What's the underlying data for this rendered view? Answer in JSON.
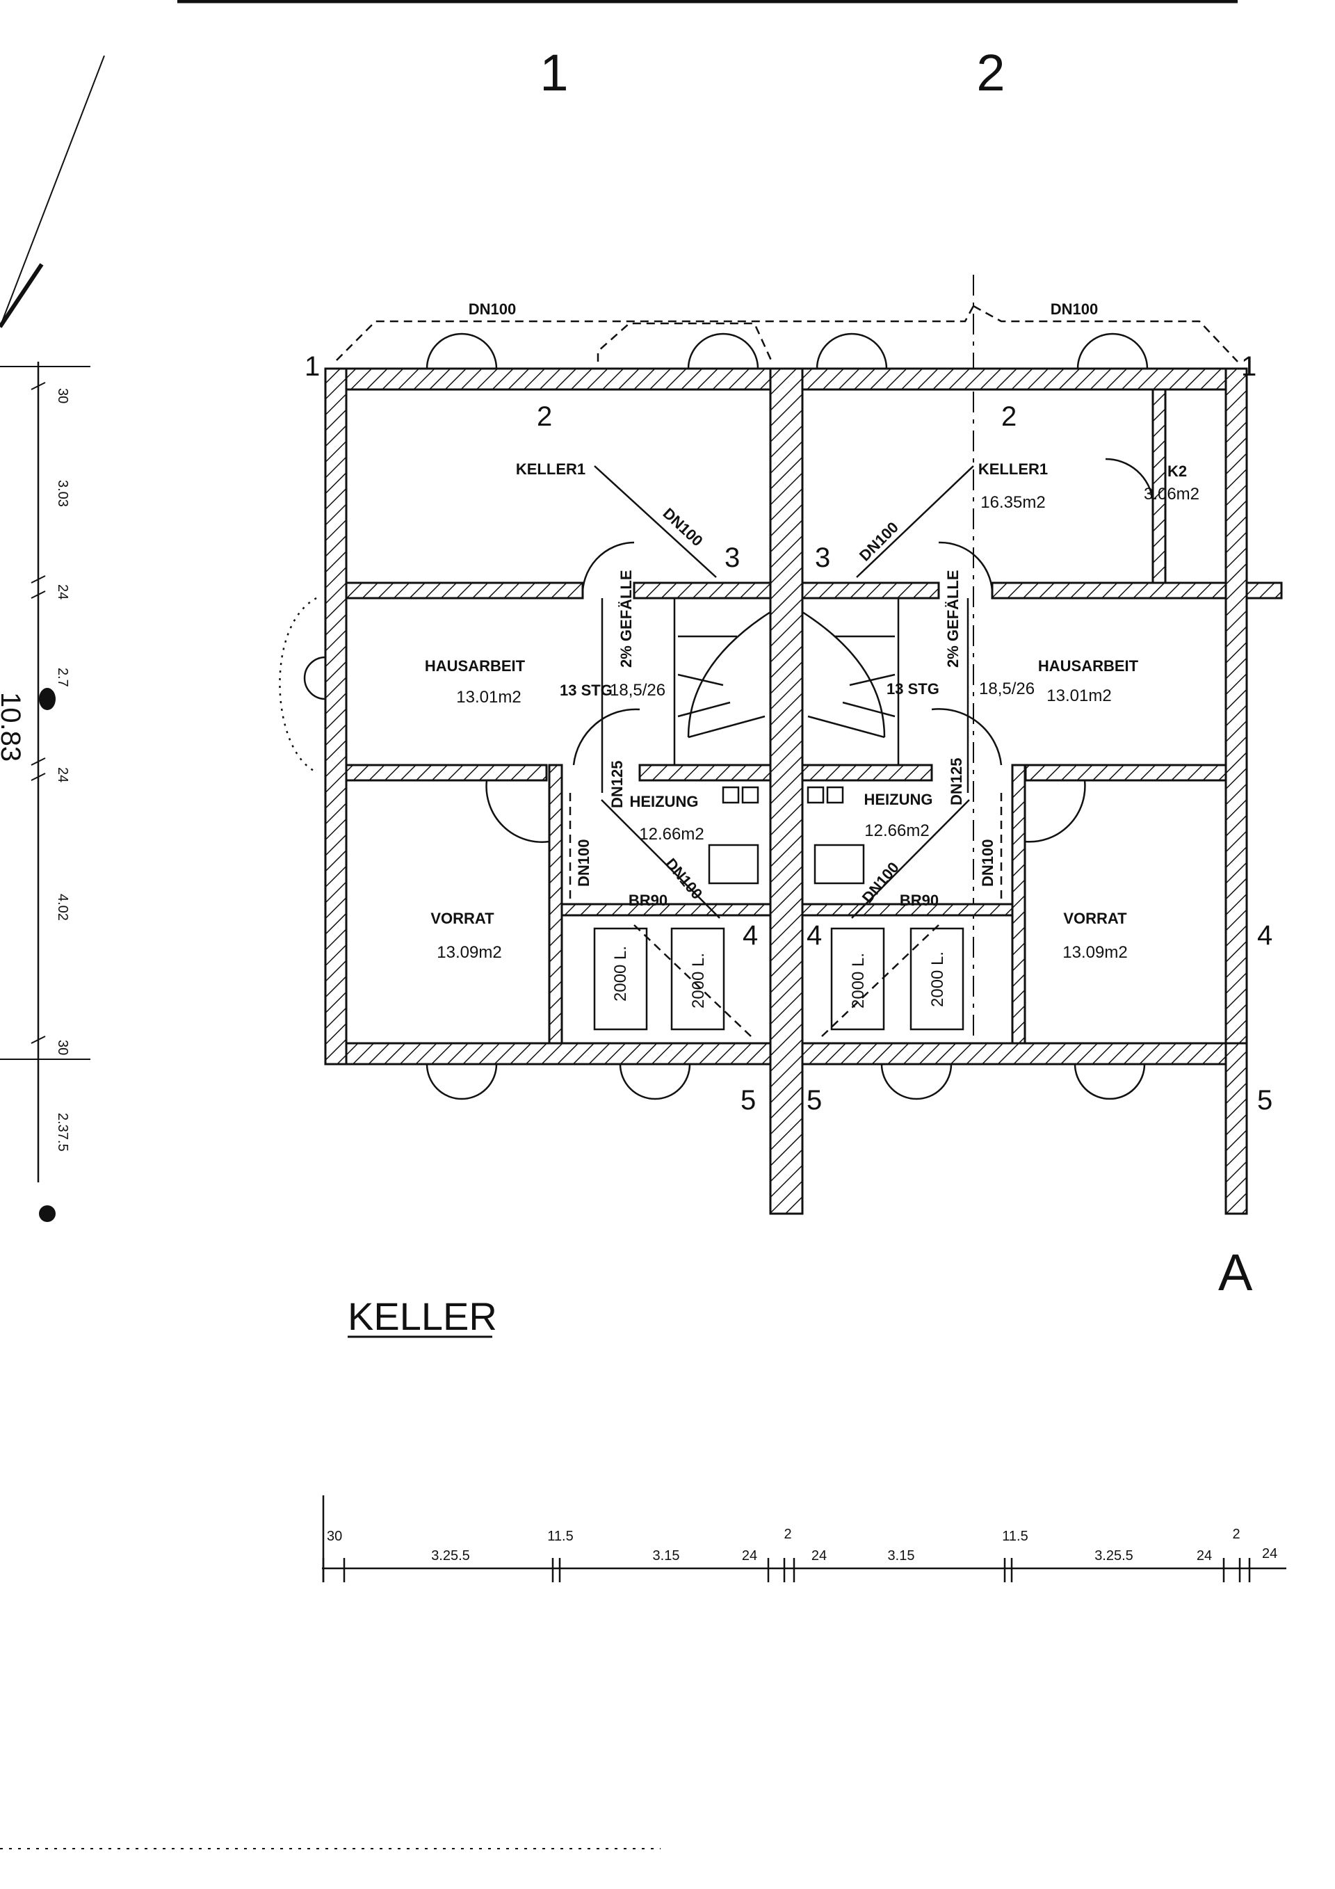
{
  "axes": {
    "col1": "1",
    "col2": "2"
  },
  "pipe_top": "DN100",
  "rooms": {
    "keller1": "KELLER1",
    "keller1_area": "16.35m2",
    "k2": "K2",
    "k2_area": "3.06m2",
    "hausarbeit": "HAUSARBEIT",
    "hausarbeit_area": "13.01m2",
    "heizung": "HEIZUNG",
    "heizung_area": "12.66m2",
    "vorrat": "VORRAT",
    "vorrat_area": "13.09m2"
  },
  "stairs": {
    "steps": "13 STG",
    "ratio": "18,5/26",
    "slope": "2% GEFÄLLE"
  },
  "pipes": {
    "dn100": "DN100",
    "dn125": "DN125"
  },
  "door_rating": "BR90",
  "tank": "2000 L.",
  "section_marks": [
    "1",
    "2",
    "3",
    "4",
    "5"
  ],
  "section_letter": "A",
  "title": "KELLER",
  "dims_vertical": [
    "30",
    "3.03",
    "24",
    "2.7",
    "24",
    "4.02",
    "30",
    "2.37.5"
  ],
  "total_depth": "10.83",
  "dims_horizontal": [
    "30",
    "3.25.5",
    "11.5",
    "3.15",
    "24",
    "2",
    "24",
    "3.15",
    "11.5",
    "3.25.5",
    "24",
    "2",
    "24"
  ]
}
